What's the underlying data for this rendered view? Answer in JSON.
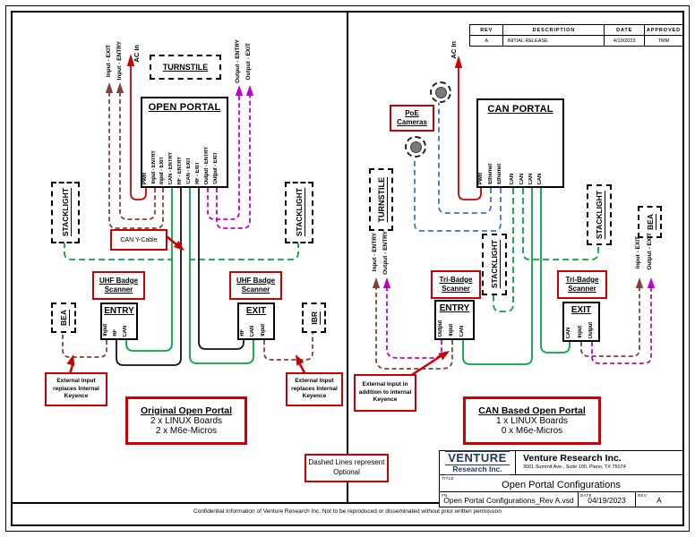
{
  "frame": {
    "confidential": "Confidential Information of Venture Research Inc. Not to be reproduced or disseminated without prior written permission"
  },
  "rev_table": {
    "col_rev": "REV",
    "col_description": "DESCRIPTION",
    "col_date": "DATE",
    "col_approved": "APPROVED",
    "row_rev": "A",
    "row_description": "INITIAL RELEASE",
    "row_date": "4/19/2023",
    "row_approved": "TMM"
  },
  "title_block": {
    "logo_top": "VENTURE",
    "logo_bottom": "Research Inc.",
    "company_name": "Venture Research Inc.",
    "company_address": "3001 Summit Ave., Suite 100, Plano, TX 75074",
    "title_label": "TITLE",
    "title": "Open Portal Configurations",
    "fn_label": "FN",
    "filename": "Open Portal Configurations_Rev A.vsd",
    "date_label": "DATE",
    "date": "04/19/2023",
    "rev_label": "REV",
    "rev": "A"
  },
  "left_panel": {
    "label_input_exit": "Input - EXIT",
    "label_input_entry": "Input - ENTRY",
    "label_ac_in": "AC In",
    "turnstile": "TURNSTILE",
    "portal_title": "OPEN PORTAL",
    "pins": [
      "PWR",
      "Input - ENTRY",
      "Input - EXIT",
      "CAN - ENTRY",
      "RF - ENTRY",
      "CAN - EXIT",
      "RF - EXIT",
      "Output - ENTRY",
      "Output - EXIT"
    ],
    "label_output_entry": "Output - ENTRY",
    "label_output_exit": "Output - EXIT",
    "stacklight": "STACKLIGHT",
    "can_y_cable": "CAN Y-Cable",
    "uhf_line1": "UHF Badge",
    "uhf_line2": "Scanner",
    "entry": "ENTRY",
    "exit": "EXIT",
    "entry_pins": [
      "Input",
      "RF",
      "CAN"
    ],
    "exit_pins": [
      "RF",
      "CAN",
      "Input"
    ],
    "bea": "BEA",
    "ibr": "IBR",
    "note_left": "External Input replaces Internal Keyence",
    "note_right": "External Input replaces Internal Keyence",
    "summary_title": "Original Open Portal",
    "summary_line1": "2 x LINUX Boards",
    "summary_line2": "2 x M6e-Micros"
  },
  "right_panel": {
    "label_ac_in": "AC In",
    "poe_line1": "PoE",
    "poe_line2": "Cameras",
    "portal_title": "CAN PORTAL",
    "pins": [
      "PWR",
      "Ethernet",
      "Ethernet",
      "CAN",
      "CAN",
      "CAN",
      "CAN"
    ],
    "turnstile": "TURNSTILE",
    "label_input_entry": "Input - ENTRY",
    "label_output_entry": "Output - ENTRY",
    "label_input_exit": "Input - EXIT",
    "label_output_exit": "Output - EXIT",
    "stacklight": "STACKLIGHT",
    "bea": "BEA",
    "tri_line1": "Tri-Badge",
    "tri_line2": "Scanner",
    "entry": "ENTRY",
    "exit": "EXIT",
    "entry_pins": [
      "Output",
      "Input",
      "CAN"
    ],
    "exit_pins": [
      "CAN",
      "Input",
      "Output"
    ],
    "note": "External Input in addition to internal Keyence",
    "summary_title": "CAN Based Open Portal",
    "summary_line1": "1 x LINUX Boards",
    "summary_line2": "0 x M6e-Micros"
  },
  "notes": {
    "dashed": "Dashed Lines represent Optional"
  },
  "colors": {
    "red": "#cc0000",
    "brown": "#834237",
    "magenta": "#c400cc",
    "green": "#00a83e",
    "blue": "#4472c4",
    "navy": "#1f3864",
    "black": "#111111"
  }
}
